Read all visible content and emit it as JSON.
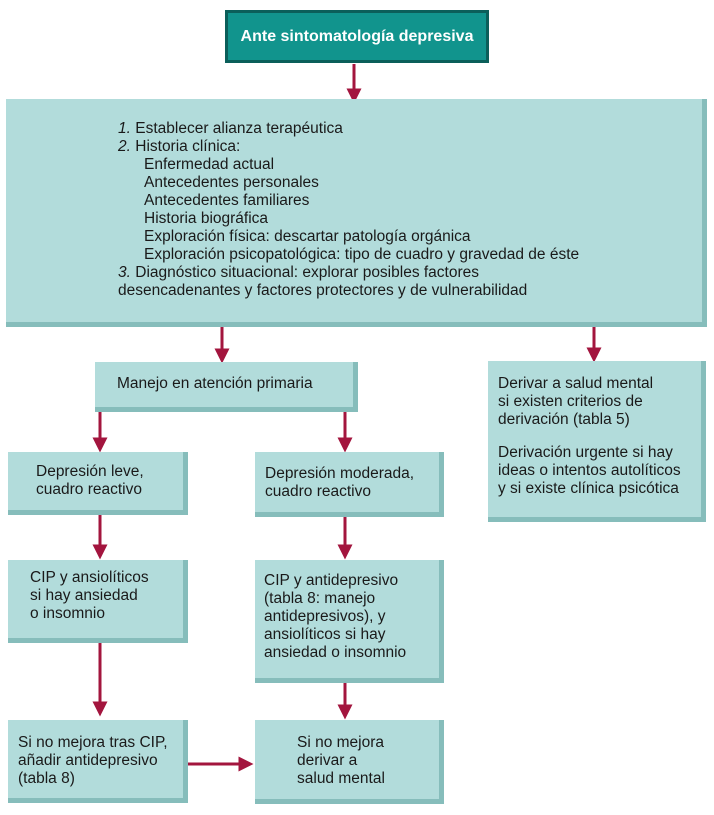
{
  "title": "Ante sintomatología depresiva",
  "main_box": {
    "item1_num": "1.",
    "item1_text": " Establecer alianza terapéutica",
    "item2_num": "2.",
    "item2_text": " Historia clínica:",
    "subitems": [
      "Enfermedad actual",
      "Antecedentes personales",
      "Antecedentes familiares",
      "Historia biográfica",
      "Exploración física: descartar patología orgánica",
      "Exploración psicopatológica: tipo de cuadro y gravedad de éste"
    ],
    "item3_num": "3.",
    "item3_line1": " Diagnóstico situacional: explorar posibles factores",
    "item3_line2": "desencadenantes y factores protectores y de vulnerabilidad"
  },
  "primary_care": "Manejo en atención primaria",
  "mental_health": {
    "line1": "Derivar a salud mental",
    "line2": "si existen criterios de",
    "line3": "derivación (tabla 5)",
    "line4": "Derivación urgente si hay",
    "line5": "ideas o intentos autolíticos",
    "line6": "y si existe clínica psicótica"
  },
  "mild": {
    "line1": "Depresión leve,",
    "line2": "cuadro reactivo"
  },
  "moderate": {
    "line1": "Depresión moderada,",
    "line2": "cuadro reactivo"
  },
  "mild_treatment": {
    "line1": "CIP y ansiolíticos",
    "line2": "si hay ansiedad",
    "line3": "o insomnio"
  },
  "moderate_treatment": {
    "line1": "CIP y antidepresivo",
    "line2": "(tabla 8: manejo",
    "line3": "antidepresivos), y",
    "line4": "ansiolíticos si hay",
    "line5": "ansiedad o insomnio"
  },
  "mild_followup": {
    "line1": "Si no mejora tras CIP,",
    "line2": "añadir antidepresivo",
    "line3": "(tabla 8)"
  },
  "refer": {
    "line1": "Si no mejora",
    "line2": "derivar a",
    "line3": "salud mental"
  },
  "colors": {
    "box_fill": "#b2dcdb",
    "box_shadow": "#86bdbb",
    "title_fill": "#11948d",
    "arrow": "#a3153e"
  }
}
